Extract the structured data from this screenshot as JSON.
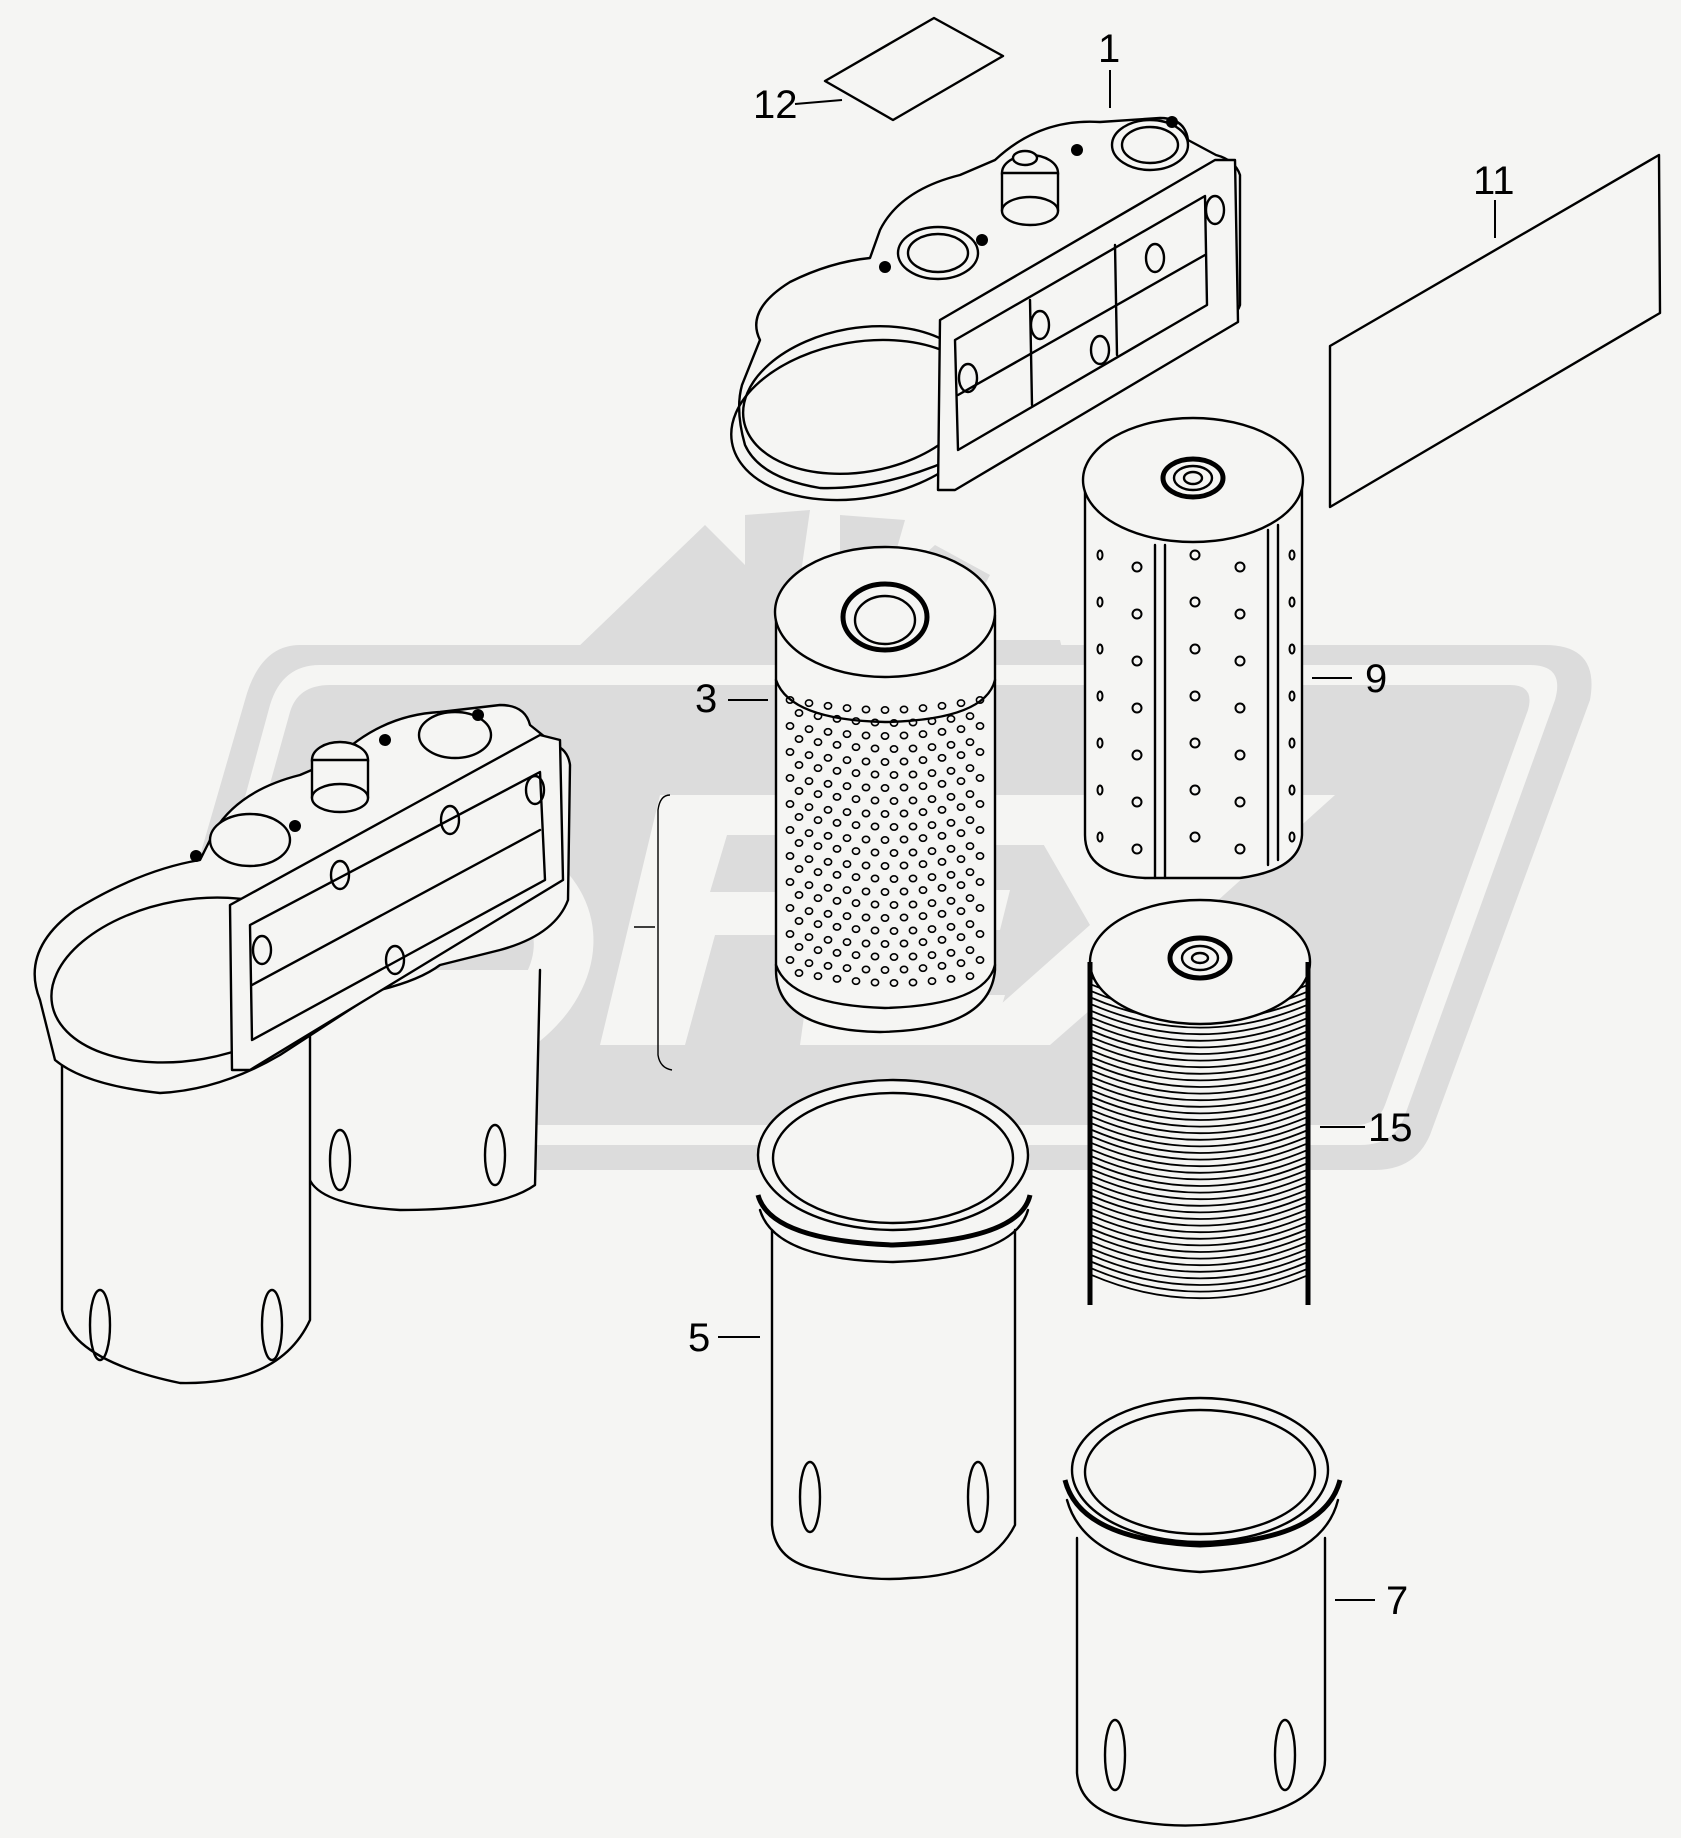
{
  "diagram": {
    "type": "exploded-parts-view",
    "subject": "dual oil filter assembly",
    "watermark_text": "OPEX",
    "colors": {
      "background": "#f5f5f3",
      "watermark": "#dcdcdc",
      "line": "#000000"
    },
    "callouts": [
      {
        "id": "c12",
        "label": "12",
        "part": "gasket-small"
      },
      {
        "id": "c1",
        "label": "1",
        "part": "filter-head-housing"
      },
      {
        "id": "c11",
        "label": "11",
        "part": "gasket-large"
      },
      {
        "id": "c3",
        "label": "3",
        "part": "perforated-filter-element"
      },
      {
        "id": "c9",
        "label": "9",
        "part": "centrifugal-filter-element"
      },
      {
        "id": "c15",
        "label": "15",
        "part": "pleated-filter-element"
      },
      {
        "id": "c5",
        "label": "5",
        "part": "filter-bowl-left"
      },
      {
        "id": "c7",
        "label": "7",
        "part": "filter-bowl-right"
      }
    ]
  }
}
